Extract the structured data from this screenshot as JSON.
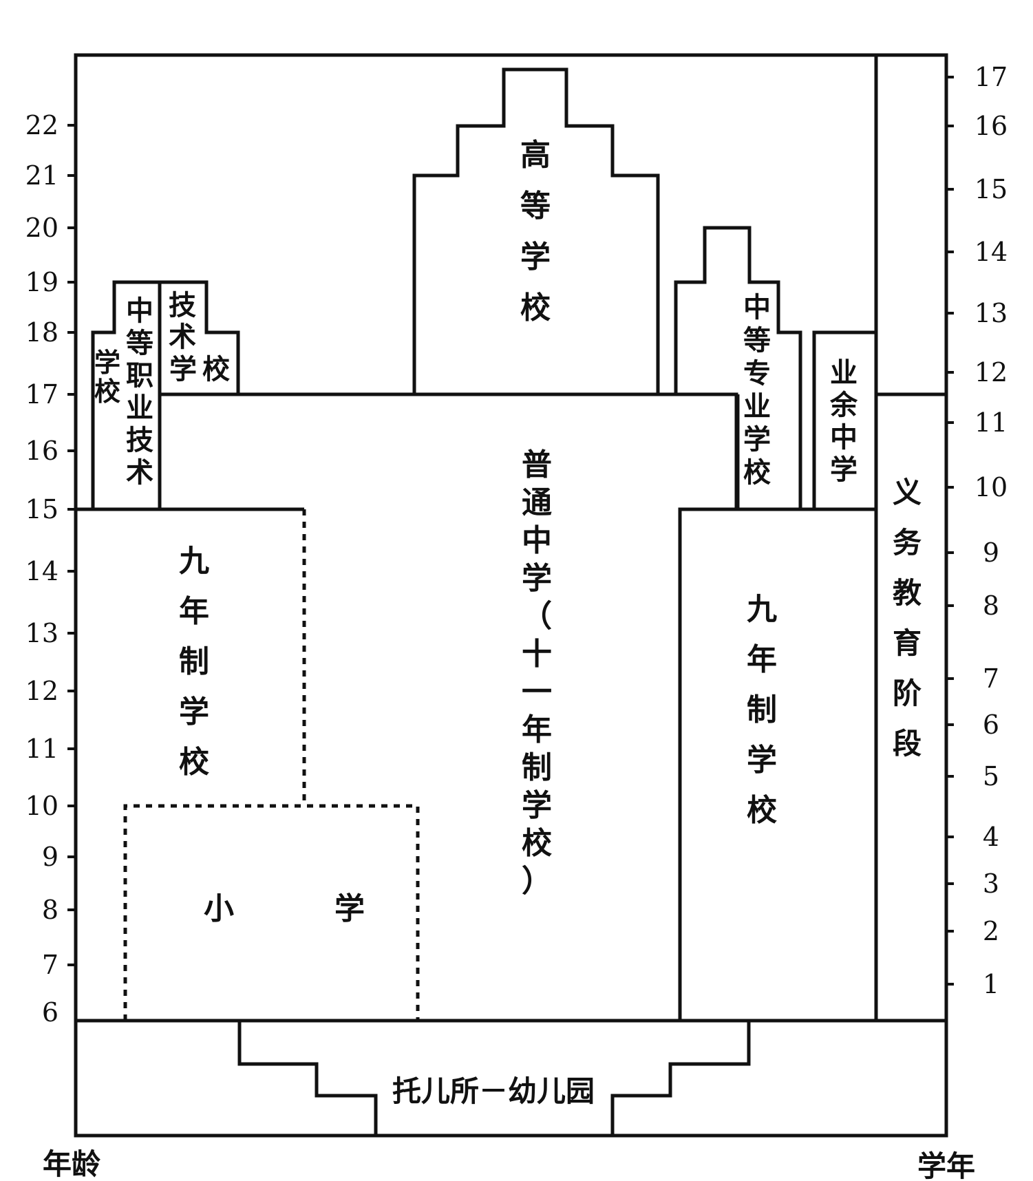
{
  "axes": {
    "left_title": "年龄",
    "right_title": "学年",
    "age_ticks": [
      "22",
      "21",
      "20",
      "19",
      "18",
      "17",
      "16",
      "15",
      "14",
      "13",
      "12",
      "11",
      "10",
      "9",
      "8",
      "7",
      "6"
    ],
    "grade_ticks": [
      "17",
      "16",
      "15",
      "14",
      "13",
      "12",
      "11",
      "10",
      "9",
      "8",
      "7",
      "6",
      "5",
      "4",
      "3",
      "2",
      "1"
    ]
  },
  "blocks": {
    "higher_ed": "高等学校",
    "general_secondary": "普通中学（十一年制学校）",
    "nine_year_left": "九年制学校",
    "nine_year_right": "九年制学校",
    "primary_left": "小",
    "primary_right": "学",
    "sec_voc_tech_a": "学校",
    "sec_voc_tech_b": "中等职业技术",
    "technical_school_a": "技术",
    "technical_school_b": "学校",
    "sec_specialized": "中等专业学校",
    "spare_time": "业余中学",
    "compulsory": "义务教育阶段",
    "kindergarten": "托儿所－幼儿园"
  }
}
